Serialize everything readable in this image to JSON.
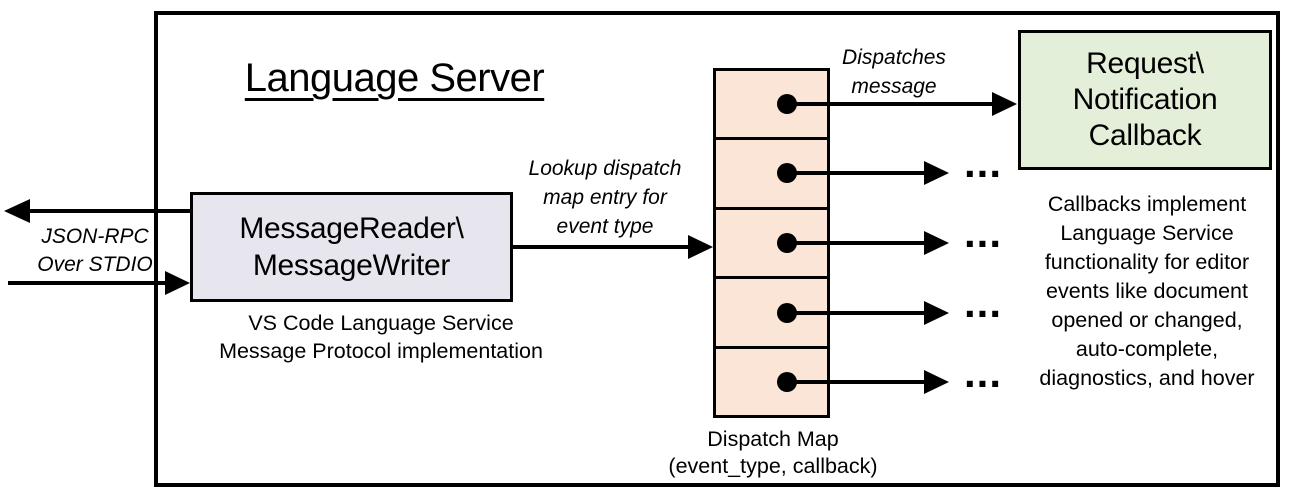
{
  "title": "Language Server",
  "io_label": {
    "lines": [
      "JSON-RPC",
      "Over STDIO"
    ]
  },
  "reader_box": {
    "lines": [
      "MessageReader\\",
      "MessageWriter"
    ],
    "caption_lines": [
      "VS Code Language Service",
      "Message Protocol implementation"
    ]
  },
  "lookup_label": {
    "lines": [
      "Lookup dispatch",
      "map entry for",
      "event type"
    ]
  },
  "dispatch_label": {
    "lines": [
      "Dispatches",
      "message"
    ]
  },
  "dispatch_map": {
    "rows": 5,
    "caption_lines": [
      "Dispatch Map",
      "(event_type, callback)"
    ]
  },
  "callback_box": {
    "lines": [
      "Request\\",
      "Notification",
      "Callback"
    ]
  },
  "callbacks_note": {
    "lines": [
      "Callbacks implement",
      "Language Service",
      "functionality for editor",
      "events like document",
      "opened or changed,",
      "auto-complete,",
      "diagnostics, and hover"
    ]
  },
  "ellipsis": "...",
  "colors": {
    "reader_fill": "#e7e6ee",
    "dispatch_map_fill": "#fbe5d6",
    "callback_fill": "#e4efda",
    "line": "#000000",
    "background": "#ffffff"
  }
}
